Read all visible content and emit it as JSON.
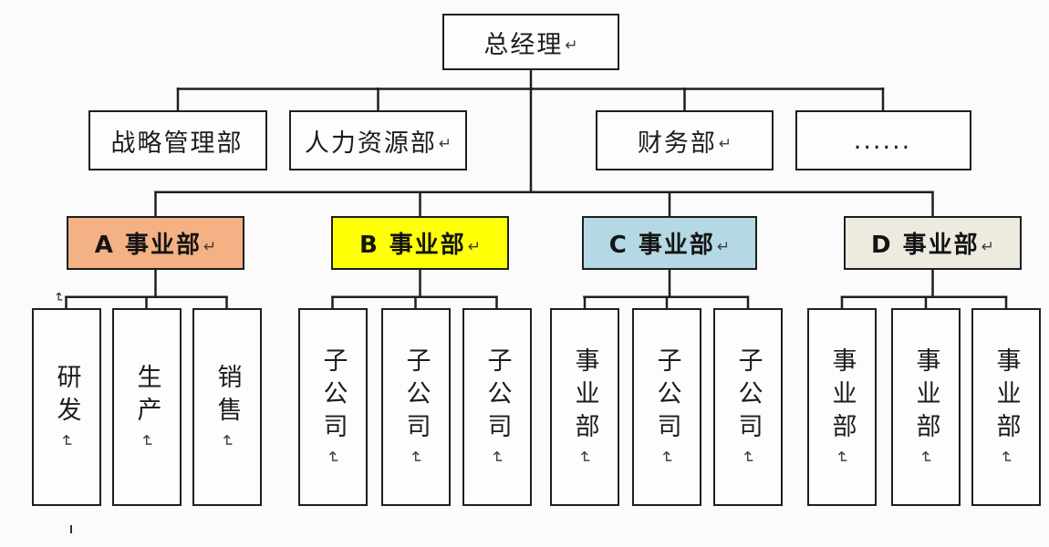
{
  "colors": {
    "line": "#1f1f1f",
    "division_a_fill": "#F4B183",
    "division_b_fill": "#FFFF05",
    "division_c_fill": "#B4D9E4",
    "division_d_fill": "#EDEBDF",
    "box_background": "#fefdfe"
  },
  "marks": {
    "return": "↵"
  },
  "org": {
    "root": {
      "label": "总经理",
      "mark": "↵"
    },
    "departments": [
      {
        "label": "战略管理部",
        "mark": ""
      },
      {
        "label": "人力资源部",
        "mark": "↵"
      },
      {
        "label": "财务部",
        "mark": "↵"
      },
      {
        "label": "......",
        "mark": ""
      }
    ],
    "divisions": [
      {
        "name": "A",
        "label": "A 事业部",
        "mark": "↵",
        "fill": "#F4B183",
        "children": [
          "研发",
          "生产",
          "销售"
        ]
      },
      {
        "name": "B",
        "label": "B 事业部",
        "mark": "↵",
        "fill": "#FFFF05",
        "children": [
          "子公司",
          "子公司",
          "子公司"
        ]
      },
      {
        "name": "C",
        "label": "C 事业部",
        "mark": "↵",
        "fill": "#B4D9E4",
        "children": [
          "事业部",
          "子公司",
          "子公司"
        ]
      },
      {
        "name": "D",
        "label": "D 事业部",
        "mark": "↵",
        "fill": "#EDEBDF",
        "children": [
          "事业部",
          "事业部",
          "事业部"
        ]
      }
    ]
  }
}
